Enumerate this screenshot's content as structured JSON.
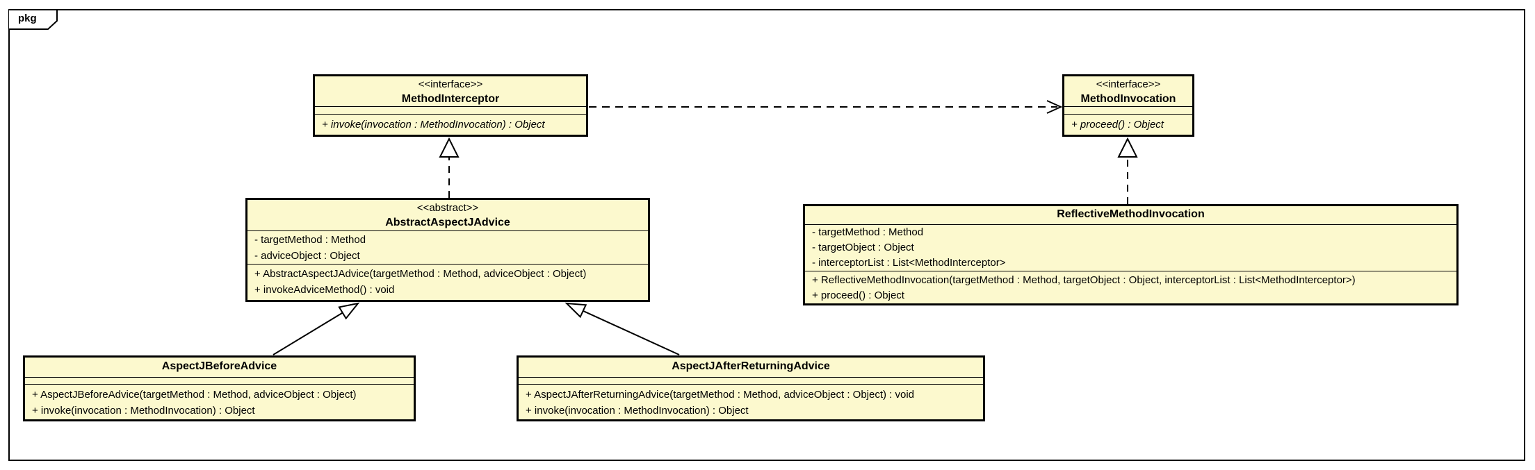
{
  "frame": {
    "label": "pkg"
  },
  "colors": {
    "class_fill": "#FCF9CE",
    "border": "#000000",
    "canvas": "#FFFFFF"
  },
  "classes": [
    {
      "key": "MethodInterceptor",
      "stereotype": "<<interface>>",
      "name": "MethodInterceptor",
      "attributes": [],
      "operations": [
        "+ invoke(invocation : MethodInvocation) : Object"
      ]
    },
    {
      "key": "MethodInvocation",
      "stereotype": "<<interface>>",
      "name": "MethodInvocation",
      "attributes": [],
      "operations": [
        "+ proceed() : Object"
      ]
    },
    {
      "key": "AbstractAspectJAdvice",
      "stereotype": "<<abstract>>",
      "name": "AbstractAspectJAdvice",
      "attributes": [
        "- targetMethod : Method",
        "- adviceObject : Object"
      ],
      "operations": [
        "+ AbstractAspectJAdvice(targetMethod : Method, adviceObject : Object)",
        "+ invokeAdviceMethod() : void"
      ]
    },
    {
      "key": "ReflectiveMethodInvocation",
      "stereotype": "",
      "name": "ReflectiveMethodInvocation",
      "attributes": [
        "- targetMethod : Method",
        "- targetObject : Object",
        "- interceptorList : List<MethodInterceptor>"
      ],
      "operations": [
        "+ ReflectiveMethodInvocation(targetMethod : Method, targetObject : Object, interceptorList : List<MethodInterceptor>)",
        "+ proceed() : Object"
      ]
    },
    {
      "key": "AspectJBeforeAdvice",
      "stereotype": "",
      "name": "AspectJBeforeAdvice",
      "attributes": [],
      "operations": [
        "+ AspectJBeforeAdvice(targetMethod : Method, adviceObject : Object)",
        "+ invoke(invocation : MethodInvocation) : Object"
      ]
    },
    {
      "key": "AspectJAfterReturningAdvice",
      "stereotype": "",
      "name": "AspectJAfterReturningAdvice",
      "attributes": [],
      "operations": [
        "+ AspectJAfterReturningAdvice(targetMethod : Method, adviceObject : Object) : void",
        "+ invoke(invocation : MethodInvocation) : Object"
      ]
    }
  ],
  "relations": [
    {
      "type": "dependency",
      "from": "MethodInterceptor",
      "to": "MethodInvocation",
      "line": "dashed",
      "head": "open-arrow"
    },
    {
      "type": "realization",
      "from": "AbstractAspectJAdvice",
      "to": "MethodInterceptor",
      "line": "dashed",
      "head": "hollow-triangle"
    },
    {
      "type": "realization",
      "from": "ReflectiveMethodInvocation",
      "to": "MethodInvocation",
      "line": "dashed",
      "head": "hollow-triangle"
    },
    {
      "type": "generalization",
      "from": "AspectJBeforeAdvice",
      "to": "AbstractAspectJAdvice",
      "line": "solid",
      "head": "hollow-triangle"
    },
    {
      "type": "generalization",
      "from": "AspectJAfterReturningAdvice",
      "to": "AbstractAspectJAdvice",
      "line": "solid",
      "head": "hollow-triangle"
    }
  ]
}
